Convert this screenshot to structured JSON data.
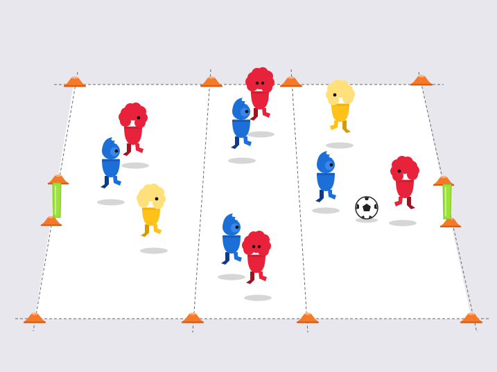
{
  "colors": {
    "background": "#e8e7ee",
    "field": "#ffffff",
    "line": "#666666",
    "cone": "#f47a2a",
    "cone_light": "#fbb07a",
    "goal": "#9be23a",
    "shadow": "#d6d6d6",
    "team_red": "#e8223a",
    "team_red_dark": "#9e1420",
    "team_blue": "#1b6fd6",
    "team_blue_dark": "#0e3a8a",
    "team_yellow": "#ffc21a",
    "team_yellow_hair": "#ffe07a",
    "ball": "#ffffff"
  },
  "players": [
    {
      "team": "red",
      "hair": "curly",
      "facing": "right"
    },
    {
      "team": "blue",
      "hair": "spiky",
      "facing": "right"
    },
    {
      "team": "yellow",
      "hair": "curly",
      "facing": "right"
    },
    {
      "team": "red",
      "hair": "curly",
      "facing": "front"
    },
    {
      "team": "blue",
      "hair": "spiky",
      "facing": "right"
    },
    {
      "team": "blue",
      "hair": "spiky",
      "facing": "right"
    },
    {
      "team": "red",
      "hair": "curly",
      "facing": "front"
    },
    {
      "team": "yellow",
      "hair": "curly",
      "facing": "left"
    },
    {
      "team": "blue",
      "hair": "spiky",
      "facing": "right"
    },
    {
      "team": "red",
      "hair": "curly",
      "facing": "left"
    }
  ],
  "ball": {
    "icon": "soccer-ball-icon"
  },
  "goals": [
    {
      "side": "left",
      "icon": "goal-gate-icon"
    },
    {
      "side": "right",
      "icon": "goal-gate-icon"
    }
  ]
}
